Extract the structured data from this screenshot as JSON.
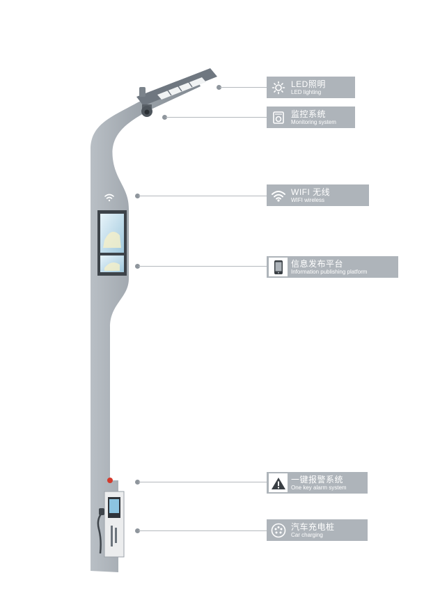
{
  "features": [
    {
      "cn": "LED照明",
      "en": "LED lighting",
      "icon": "sun-icon"
    },
    {
      "cn": "监控系统",
      "en": "Monitoring system",
      "icon": "monitor-camera-icon"
    },
    {
      "cn": "WIFI 无线",
      "en": "WIFI wireless",
      "icon": "wifi-icon"
    },
    {
      "cn": "信息发布平台",
      "en": "Information publishing platform",
      "icon": "phone-screen-icon"
    },
    {
      "cn": "一键报警系统",
      "en": "One key alarm system",
      "icon": "warning-icon"
    },
    {
      "cn": "汽车充电桩",
      "en": "Car charging",
      "icon": "charging-icon"
    }
  ],
  "colors": {
    "label_bg": "#aeb4ba",
    "pole": "#9aa1a8",
    "leader": "#b4b8bd",
    "alarm": "#d33a2c"
  }
}
